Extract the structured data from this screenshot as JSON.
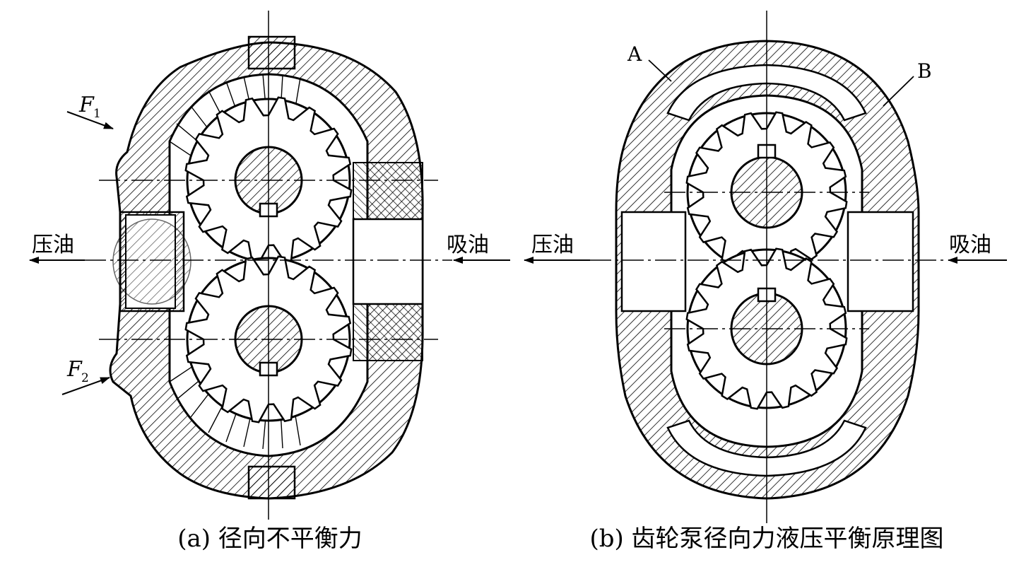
{
  "diagram_a": {
    "force_label_1": "F",
    "force_sub_1": "1",
    "force_label_2": "F",
    "force_sub_2": "2",
    "outlet_label": "压油",
    "inlet_label": "吸油",
    "caption": "(a) 径向不平衡力"
  },
  "diagram_b": {
    "groove_a_label": "A",
    "groove_b_label": "B",
    "outlet_label": "压油",
    "inlet_label": "吸油",
    "caption": "(b) 齿轮泵径向力液压平衡原理图"
  }
}
